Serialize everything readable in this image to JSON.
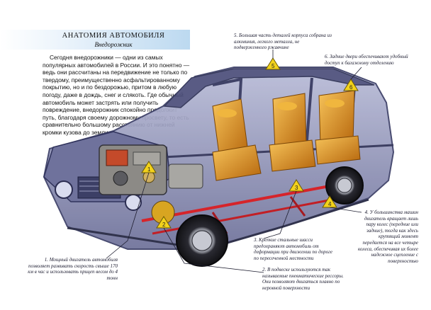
{
  "header": {
    "title": "АНАТОМИЯ АВТОМОБИЛЯ",
    "subtitle": "Внедорожник"
  },
  "intro": "Сегодня внедорожники — одни из самых популярных автомобилей в России. И это понятно — ведь они рассчитаны на передвижение не только по твердому, преимущественно асфальтированному покрытию, но и по бездорожью, притом в любую погоду, даже в дождь, снег и слякоть. Где обычный автомобиль может застрять или получить повреждение, внедорожник спокойно продолжит путь, благодаря своему дорожному просвету, то есть сравнительно большому расстоянию от нижней кромки кузова до земли.",
  "callouts": [
    {
      "n": "1",
      "text": "1. Мощный двигатель автомобиля позволяет развивать скорость свыше 170 км в час и использовать прицеп весом до 4 тонн"
    },
    {
      "n": "2",
      "text": "2. В подвеске используются так называемые пневматические рессоры. Они позволяют двигаться плавно по неровной поверхности"
    },
    {
      "n": "3",
      "text": "3. Крепкие стальные шасси предохраняют автомобиль от деформации при движении по дороге по пересеченной местности"
    },
    {
      "n": "4",
      "text": "4. У большинства машин двигатель вращает лишь пару колес (передние или задние), тогда как здесь крутящий момент передается на все четыре колеса, обеспечивая их более надежное сцепление с поверхностью"
    },
    {
      "n": "5",
      "text": "5. Большая часть деталей корпуса собрана из алюминия, легкого металла, не подверженного ржавчине"
    },
    {
      "n": "6",
      "text": "6. Задние двери обеспечивают удобный доступ к багажному отделению"
    }
  ],
  "colors": {
    "band": "#bcd9f0",
    "body_glass": "#8a8fb8",
    "seat": "#e0961c",
    "marker": "#f3d21b",
    "tire": "#1e1e24"
  }
}
